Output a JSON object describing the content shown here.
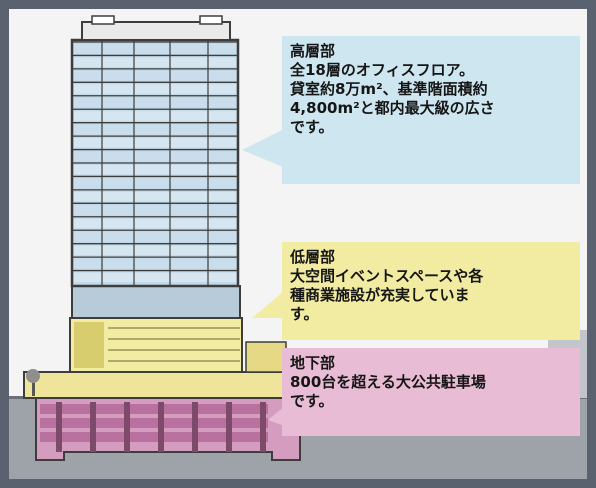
{
  "callouts": {
    "high": {
      "title": "高層部",
      "body": "全18層のオフィスフロア。\n貸室約8万m²、基準階面積約\n4,800m²と都内最大級の広さ\nです。"
    },
    "low": {
      "title": "低層部",
      "body": "大空間イベントスペースや各\n種商業施設が充実していま\nす。"
    },
    "basement": {
      "title": "地下部",
      "body": "800台を超える大公共駐車場\nです。"
    }
  },
  "colors": {
    "frame": "#59626e",
    "background": "#f4f4f4",
    "high_rise": "#cde6f0",
    "low_rise": "#f2eca2",
    "basement": "#e9bcd5",
    "ground": "#9ea3aa"
  },
  "building": {
    "office_floors": 18
  }
}
